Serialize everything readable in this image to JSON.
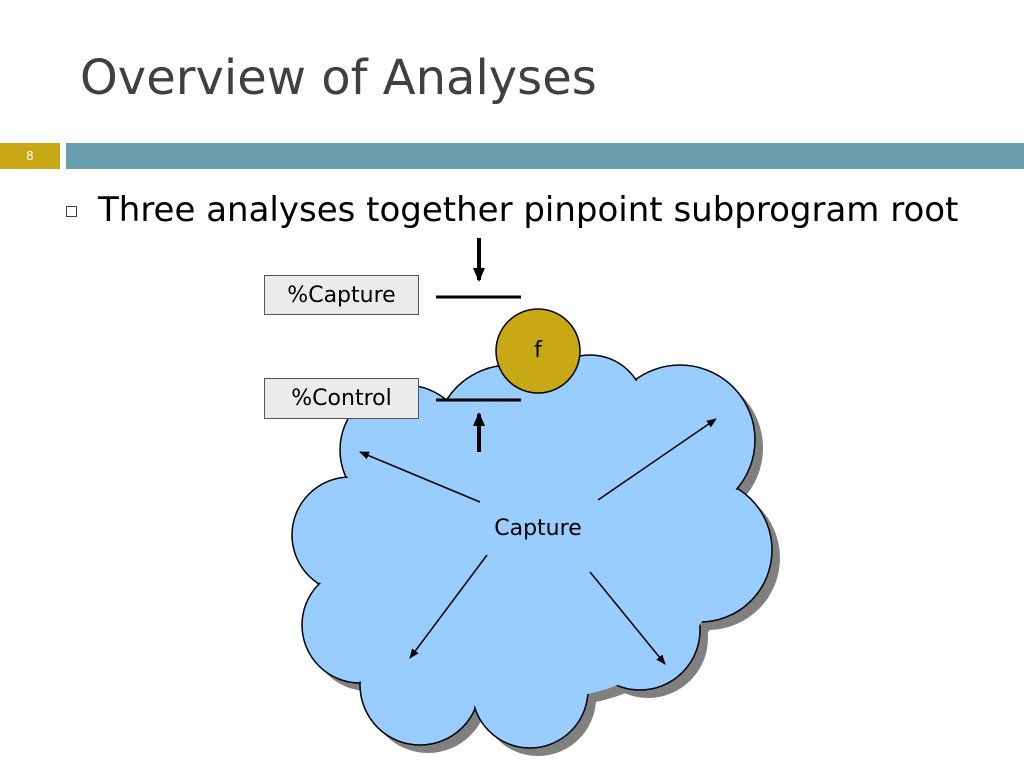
{
  "slide": {
    "title": "Overview of Analyses",
    "page_number": "8",
    "bullet": "Three analyses together pinpoint subprogram root"
  },
  "diagram": {
    "capture_box": "%Capture",
    "control_box": "%Control",
    "node_label": "f",
    "cloud_label": "Capture"
  },
  "colors": {
    "accent_gold": "#c8a815",
    "bar_teal": "#6a9fb0",
    "cloud_fill": "#99ccff",
    "node_fill": "#c8a815"
  }
}
